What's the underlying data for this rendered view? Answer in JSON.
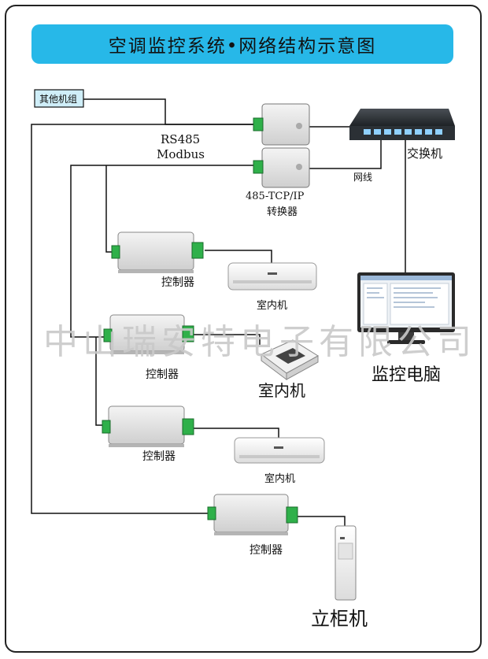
{
  "title": "空调监控系统•网络结构示意图",
  "labels": {
    "other_units": "其他机组",
    "rs485": "RS485",
    "modbus": "Modbus",
    "switch": "交换机",
    "net_cable": "网线",
    "converter_line1": "485-TCP/IP",
    "converter_line2": "转换器",
    "controller_1": "控制器",
    "controller_2": "控制器",
    "controller_3": "控制器",
    "controller_4": "控制器",
    "indoor_unit_1": "室内机",
    "indoor_unit_2": "室内机",
    "indoor_unit_3": "室内机",
    "monitor_pc": "监控电脑",
    "cabinet_unit": "立柜机"
  },
  "watermark": "中山瑞安特电子有限公司",
  "colors": {
    "title_bg": "#27b8e8",
    "wire": "#111111",
    "terminal": "#2fb04a",
    "device_body": "#e8e8e8"
  }
}
